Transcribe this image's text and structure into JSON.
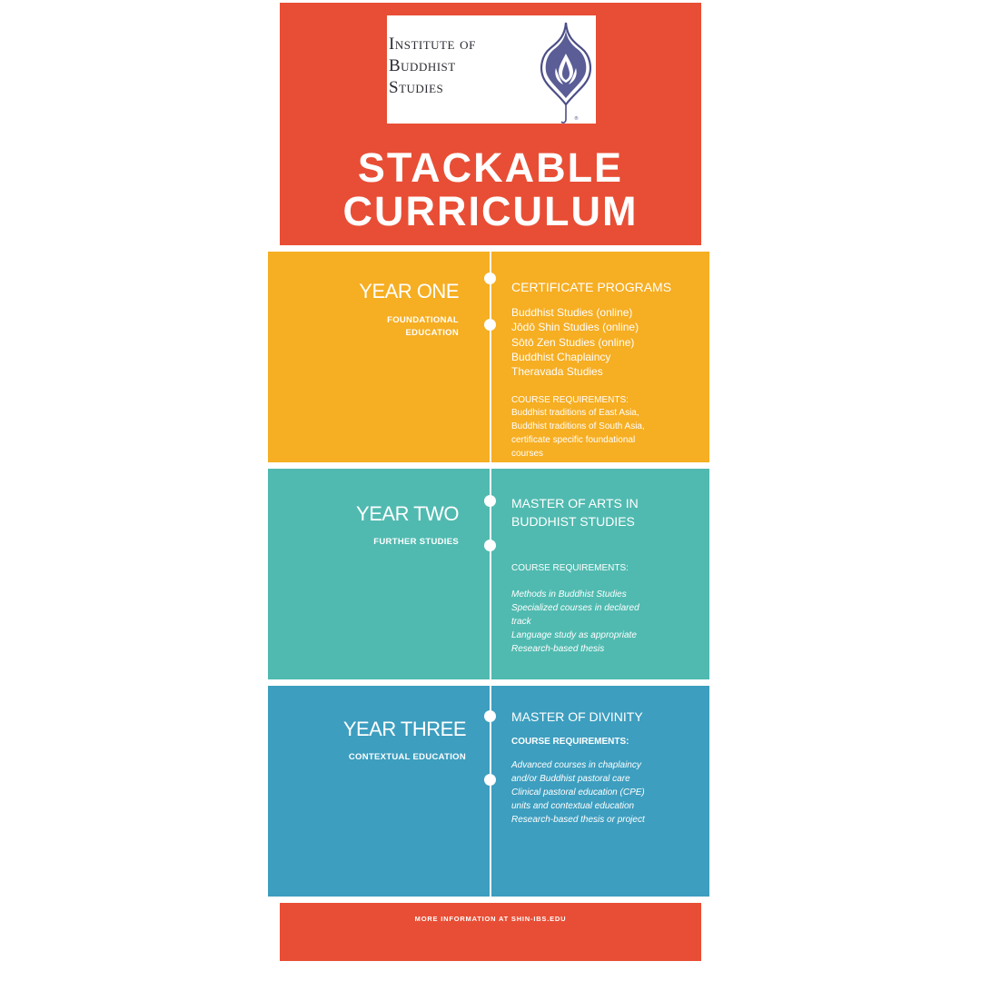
{
  "colors": {
    "header": "#e84e35",
    "year_one": "#f6ae22",
    "year_two": "#50bab0",
    "year_three": "#3d9ebf",
    "logo_text": "#2b2b33"
  },
  "logo": {
    "text": "Institute of\nBuddhist\nStudies",
    "mark_icon": "bodhi-leaf-icon"
  },
  "title": "STACKABLE\nCURRICULUM",
  "sections": [
    {
      "year": "YEAR ONE",
      "subtitle": "FOUNDATIONAL\nEDUCATION",
      "program_title": "CERTIFICATE PROGRAMS",
      "programs": [
        "Buddhist Studies (online)",
        "Jōdō Shin Studies (online)",
        "Sōtō Zen Studies (online)",
        "Buddhist Chaplaincy",
        "Theravada Studies"
      ],
      "requirements_label": "COURSE REQUIREMENTS:",
      "requirements": "Buddhist traditions of East Asia,\nBuddhist traditions of South Asia,\ncertificate specific foundational\ncourses"
    },
    {
      "year": "YEAR TWO",
      "subtitle": "FURTHER STUDIES",
      "program_title": "MASTER OF ARTS IN\nBUDDHIST STUDIES",
      "requirements_label": "COURSE REQUIREMENTS:",
      "requirements": "Methods in Buddhist Studies\nSpecialized courses in declared\ntrack\nLanguage study as appropriate\nResearch-based thesis"
    },
    {
      "year": "YEAR THREE",
      "subtitle": "CONTEXTUAL EDUCATION",
      "program_title": "MASTER OF DIVINITY",
      "requirements_label": "COURSE REQUIREMENTS:",
      "requirements": "Advanced courses in chaplaincy\nand/or Buddhist pastoral care\nClinical pastoral education (CPE)\nunits and contextual education\nResearch-based thesis or project"
    }
  ],
  "footer": "MORE INFORMATION AT SHIN-IBS.EDU"
}
